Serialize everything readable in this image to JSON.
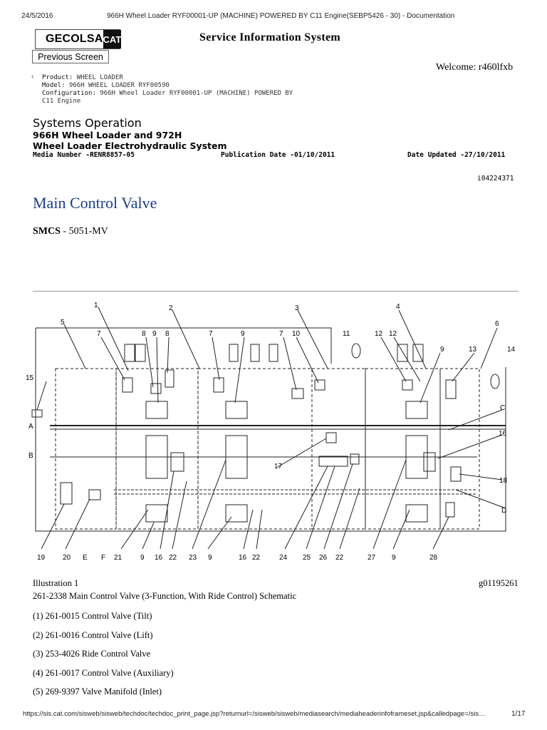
{
  "print_header": {
    "date": "24/5/2016",
    "title": "966H Wheel Loader RYF00001-UP (MACHINE) POWERED BY C11 Engine(SEBP5426 - 30) - Documentation"
  },
  "logo": {
    "company": "GECOLSA",
    "brand": "CAT"
  },
  "site_title": "Service Information System",
  "previous_button": "Previous Screen",
  "welcome": "Welcome: r460lfxb",
  "breadcrumb": {
    "product_label": "Product:",
    "product_value": "WHEEL LOADER",
    "model_label": "Model:",
    "model_value": "966H WHEEL LOADER RYF00590",
    "config_label": "Configuration:",
    "config_value": "966H Wheel Loader RYF00001-UP (MACHINE) POWERED BY",
    "config_value2": "C11 Engine"
  },
  "doc": {
    "section": "Systems Operation",
    "subtitle1": "966H Wheel Loader and 972H",
    "subtitle2": "Wheel Loader Electrohydraulic System",
    "media_number": "Media Number -RENR8857-05",
    "publication_date": "Publication Date -01/10/2011",
    "date_updated": "Date Updated -27/10/2011",
    "doc_id": "i04224371",
    "heading": "Main Control Valve",
    "smcs_label": "SMCS",
    "smcs_value": " - 5051-MV"
  },
  "illustration": {
    "label": "Illustration 1",
    "graphic_id": "g01195261",
    "caption": "261-2338 Main Control Valve (3-Function, With Ride Control) Schematic",
    "callouts_top": [
      "1",
      "2",
      "3",
      "4",
      "5",
      "6",
      "7",
      "8",
      "9",
      "8",
      "7",
      "9",
      "7",
      "10",
      "11",
      "12",
      "12",
      "9",
      "13",
      "14",
      "15",
      "16",
      "17",
      "18"
    ],
    "callouts_letters": [
      "A",
      "B",
      "C",
      "D",
      "E",
      "F"
    ],
    "callouts_bottom": [
      "19",
      "20",
      "E",
      "F",
      "21",
      "9",
      "16",
      "22",
      "23",
      "9",
      "16",
      "22",
      "24",
      "25",
      "26",
      "22",
      "27",
      "9",
      "28"
    ]
  },
  "items": [
    "(1) 261-0015 Control Valve (Tilt)",
    "(2) 261-0016 Control Valve (Lift)",
    "(3) 253-4026 Ride Control Valve",
    "(4) 261-0017 Control Valve (Auxiliary)",
    "(5) 269-9397 Valve Manifold (Inlet)"
  ],
  "print_footer": {
    "url": "https://sis.cat.com/sisweb/sisweb/techdoc/techdoc_print_page.jsp?returnurl=/sisweb/sisweb/mediasearch/mediaheaderinfoframeset.jsp&calledpage=/sis…",
    "page": "1/17"
  }
}
